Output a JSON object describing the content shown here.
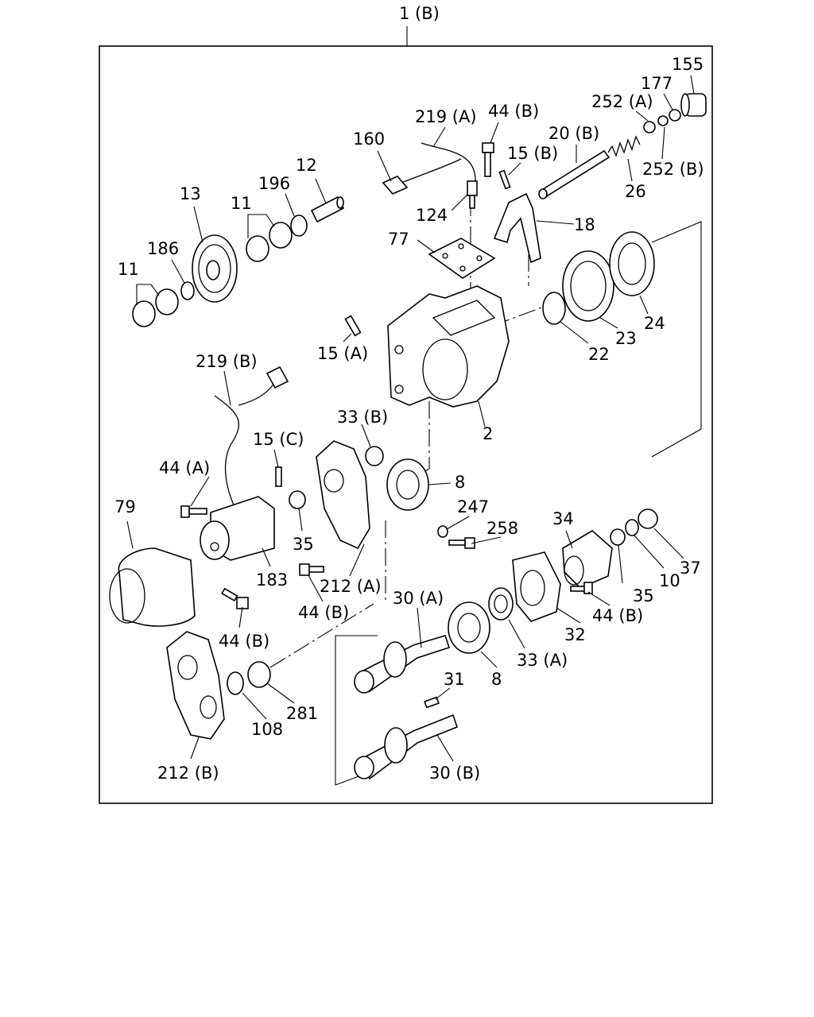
{
  "assembly_label": "1 (B)",
  "labels": {
    "l155": "155",
    "l177": "177",
    "l252a": "252 (A)",
    "l44b_top": "44 (B)",
    "l219a": "219 (A)",
    "l160": "160",
    "l20b": "20 (B)",
    "l15b": "15 (B)",
    "l252b": "252 (B)",
    "l26": "26",
    "l124": "124",
    "l18": "18",
    "l12": "12",
    "l196": "196",
    "l13": "13",
    "l11_upper": "11",
    "l186": "186",
    "l11_lower": "11",
    "l77": "77",
    "l24": "24",
    "l23": "23",
    "l22": "22",
    "l15a": "15 (A)",
    "l219b": "219 (B)",
    "l2": "2",
    "l33b": "33 (B)",
    "l15c": "15 (C)",
    "l44a": "44 (A)",
    "l8_upper": "8",
    "l247": "247",
    "l258": "258",
    "l79": "79",
    "l35_left": "35",
    "l34": "34",
    "l183": "183",
    "l212a": "212 (A)",
    "l37": "37",
    "l35_right": "35",
    "l10": "10",
    "l44b_mid": "44 (B)",
    "l30a": "30 (A)",
    "l44b_right": "44 (B)",
    "l32": "32",
    "l44b_left": "44 (B)",
    "l33a": "33 (A)",
    "l31": "31",
    "l8_lower": "8",
    "l281": "281",
    "l108": "108",
    "l212b": "212 (B)",
    "l30b": "30 (B)"
  }
}
